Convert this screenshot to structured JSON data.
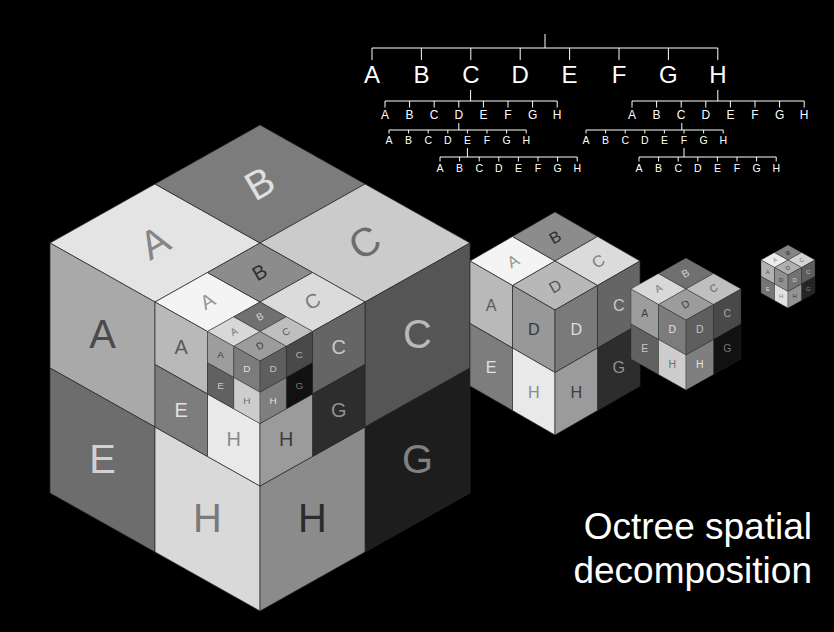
{
  "diagram": {
    "caption": "Octree spatial decomposition",
    "labels": [
      "A",
      "B",
      "C",
      "D",
      "E",
      "F",
      "G",
      "H",
      "A",
      "B",
      "C",
      "D",
      "E",
      "F",
      "G",
      "H",
      "A",
      "B",
      "C",
      "D",
      "E",
      "F",
      "G",
      "H",
      "A",
      "B",
      "C",
      "D",
      "E",
      "F",
      "G",
      "H",
      "A",
      "B",
      "C",
      "D",
      "E",
      "F",
      "G",
      "H",
      "A",
      "B",
      "C",
      "D",
      "E",
      "F",
      "G",
      "H",
      "A",
      "B",
      "C",
      "D",
      "E",
      "F",
      "G",
      "H",
      "A",
      "B",
      "C",
      "A",
      "E",
      "H",
      "C",
      "G",
      "H",
      "A",
      "B",
      "C",
      "A",
      "E",
      "H",
      "C",
      "G",
      "H",
      "A",
      "B",
      "C",
      "D",
      "A",
      "D",
      "E",
      "H",
      "C",
      "D",
      "G",
      "H",
      "A",
      "B",
      "C",
      "D",
      "A",
      "D",
      "E",
      "H",
      "C",
      "D",
      "G",
      "H",
      "A",
      "B",
      "C",
      "D",
      "A",
      "D",
      "E",
      "H",
      "C",
      "D",
      "G",
      "H",
      "A",
      "B",
      "C",
      "D",
      "A",
      "D",
      "E",
      "H",
      "C",
      "D",
      "G",
      "H"
    ]
  }
}
